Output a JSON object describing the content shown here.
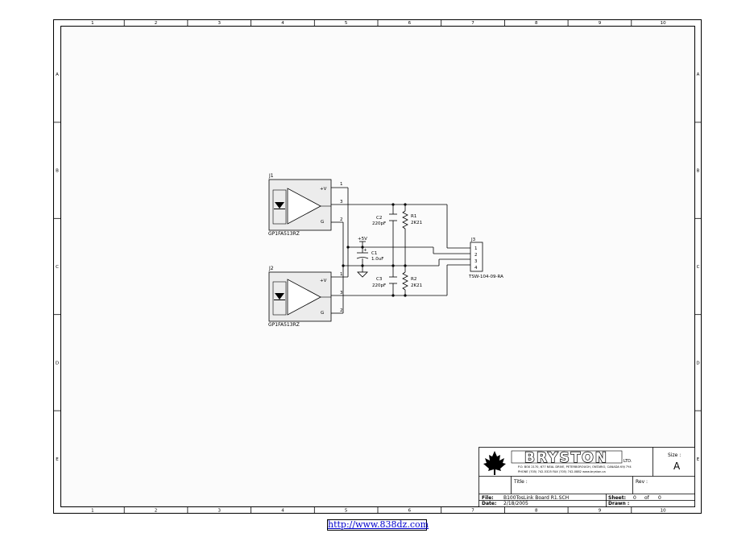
{
  "frame": {
    "columns": [
      "1",
      "2",
      "3",
      "4",
      "5",
      "6",
      "7",
      "8",
      "9",
      "10"
    ],
    "rows": [
      "A",
      "B",
      "C",
      "D",
      "E"
    ]
  },
  "schematic": {
    "j1": {
      "ref": "J1",
      "part": "GP1FA513RZ",
      "pin_v": "+V",
      "pin_g": "G",
      "pin1": "1",
      "pin3": "3",
      "pin2": "2"
    },
    "j2": {
      "ref": "J2",
      "part": "GP1FA513RZ",
      "pin_v": "+V",
      "pin_g": "G",
      "pin1": "1",
      "pin3": "3",
      "pin2": "2"
    },
    "c1": {
      "ref": "C1",
      "value": "1.0uF"
    },
    "c2": {
      "ref": "C2",
      "value": "220pF"
    },
    "c3": {
      "ref": "C3",
      "value": "220pF"
    },
    "r1": {
      "ref": "R1",
      "value": "2K21"
    },
    "r2": {
      "ref": "R2",
      "value": "2K21"
    },
    "j3": {
      "ref": "J3",
      "part": "TSW-104-09-RA",
      "pins": [
        "1",
        "2",
        "3",
        "4"
      ]
    },
    "supply": "+5V"
  },
  "title_block": {
    "brand": "BRYSTON",
    "brand_suffix": "LTD.",
    "address_line1": "P.O. BOX 2170, 677 NEAL DRIVE, PETERBOROUGH, ONTARIO, CANADA K9J 7Y4",
    "address_line2": "PHONE (705) 742-5325    FAX (705) 742-0882    www.bryston.ca",
    "size_label": "Size :",
    "size_value": "A",
    "title_label": "Title :",
    "rev_label": "Rev :",
    "file_label": "File:",
    "file_value": "B100TosLink Board R1.SCH",
    "date_label": "Date:",
    "date_value": "2/18/2005",
    "sheet_label": "Sheet:",
    "sheet_value": "0",
    "of_label": "of",
    "of_value": "0",
    "drawn_label": "Drawn :"
  },
  "footer_link": "http://www.838dz.com"
}
